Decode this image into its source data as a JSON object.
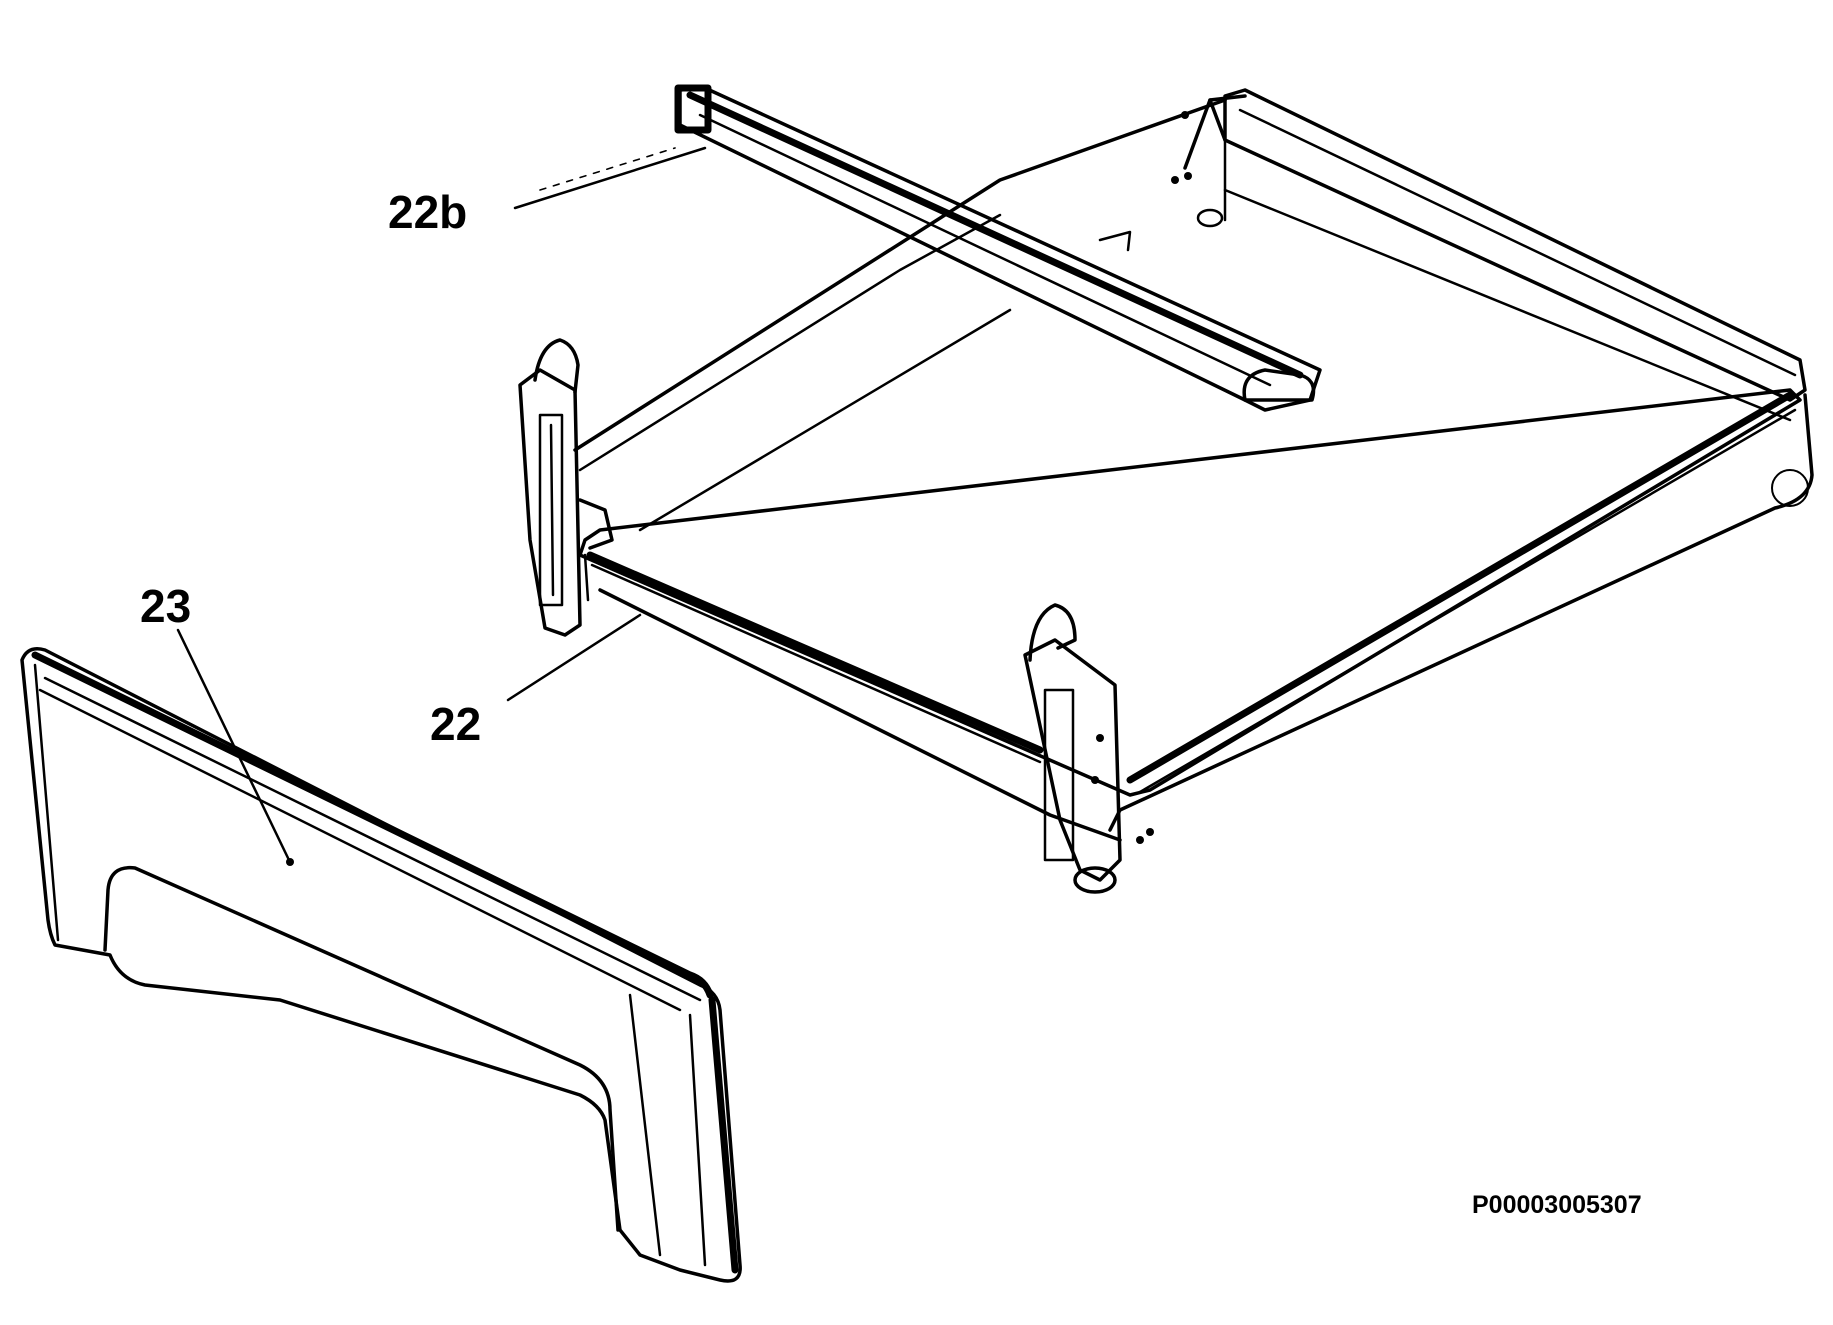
{
  "callouts": {
    "label_22b": "22b",
    "label_22": "22",
    "label_23": "23"
  },
  "part_number": "P00003005307",
  "colors": {
    "ink": "#000000",
    "background": "#ffffff"
  }
}
